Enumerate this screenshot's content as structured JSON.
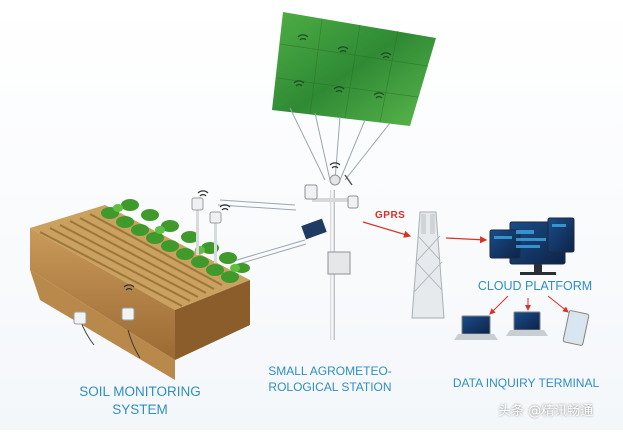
{
  "labels": {
    "soil_monitoring_line1": "SOIL MONITORING",
    "soil_monitoring_line2": "SYSTEM",
    "station_line1": "SMALL AGROMETEO-",
    "station_line2": "ROLOGICAL STATION",
    "gprs": "GPRS",
    "cloud_platform": "CLOUD PLATFORM",
    "data_inquiry_terminal": "DATA INQUIRY TERMINAL"
  },
  "watermark": "头条 @精讯畅通",
  "colors": {
    "caption_blue": "#2f8fc4",
    "gprs_red": "#d9302a",
    "crop_green": "#3f9a2b",
    "soil_brown": "#b07a3e",
    "drone_map_green": "#3b9a3a"
  },
  "icons": [
    "wifi-signal-icon",
    "sensor-pole-icon",
    "weather-station-icon",
    "gprs-tower-icon",
    "monitor-icon",
    "laptop-icon",
    "tablet-icon"
  ]
}
